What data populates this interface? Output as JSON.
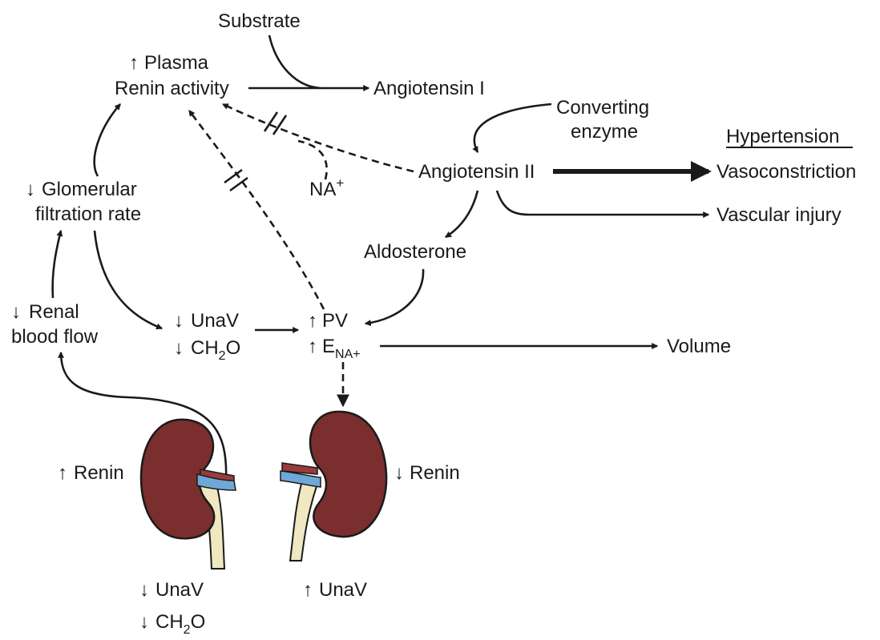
{
  "labels": {
    "substrate": "Substrate",
    "plasma": "Plasma",
    "renin_activity": "Renin activity",
    "angiotensin_1": "Angiotensin I",
    "converting": "Converting",
    "enzyme": "enzyme",
    "hypertension": "Hypertension",
    "angiotensin_2": "Angiotensin II",
    "vasoconstriction": "Vasoconstriction",
    "vascular_injury": "Vascular injury",
    "na": "NA",
    "na_sup": "+",
    "gfr_1": "Glomerular",
    "gfr_2": "filtration rate",
    "aldosterone": "Aldosterone",
    "renal_1": "Renal",
    "renal_2": "blood flow",
    "unav": "UnaV",
    "ch": "CH",
    "ch_sub": "2",
    "ch_o": "O",
    "pv": "PV",
    "e": "E",
    "e_sub": "NA+",
    "volume": "Volume",
    "renin_left": "Renin",
    "renin_right": "Renin",
    "unav_left": "UnaV",
    "ch2o_left_ch": "CH",
    "ch2o_left_sub": "2",
    "ch2o_left_o": "O",
    "unav_right": "UnaV"
  },
  "arrow_glyphs": {
    "up": "↑",
    "down": "↓"
  },
  "colors": {
    "kidney": "#7a2e2e",
    "kidney_outline": "#1a1a1a",
    "vessel_blue": "#6fa8d6",
    "vessel_red": "#9a3b3b",
    "ureter": "#efe8c0"
  }
}
